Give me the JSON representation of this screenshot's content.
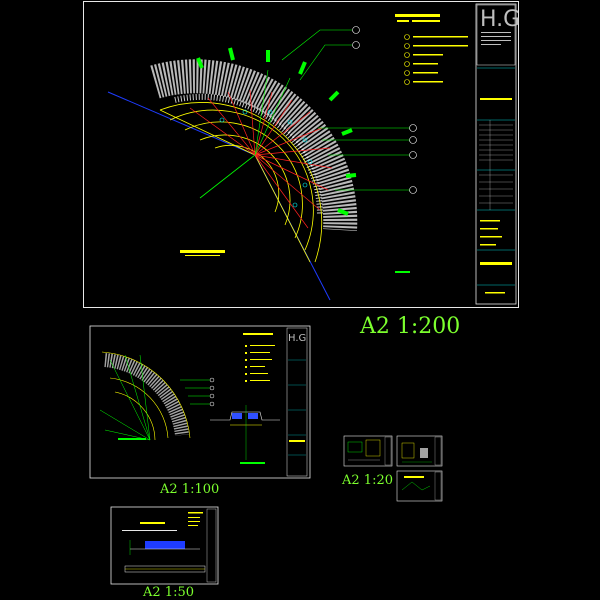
{
  "sheets": {
    "main": {
      "scale_label": "A2  1:200",
      "logo_text": "H.G"
    },
    "secondary": {
      "scale_label": "A2  1:100",
      "logo_text": "H.G"
    },
    "details": {
      "scale_label": "A2  1:20"
    },
    "bottom": {
      "scale_label": "A2  1:50"
    }
  },
  "colors": {
    "background": "#000000",
    "frame": "#e8e8e8",
    "scale_text": "#7cff2e",
    "paving": "#ffffff",
    "grass": "#00ff00",
    "arc_line": "#ffff00",
    "radial_line": "#ff2020",
    "axis_line": "#1e3cff",
    "leader": "#00ff00",
    "titleblock_text": "#ffff00"
  },
  "icons": [
    "leader-marker-icon",
    "hg-logo-icon"
  ]
}
